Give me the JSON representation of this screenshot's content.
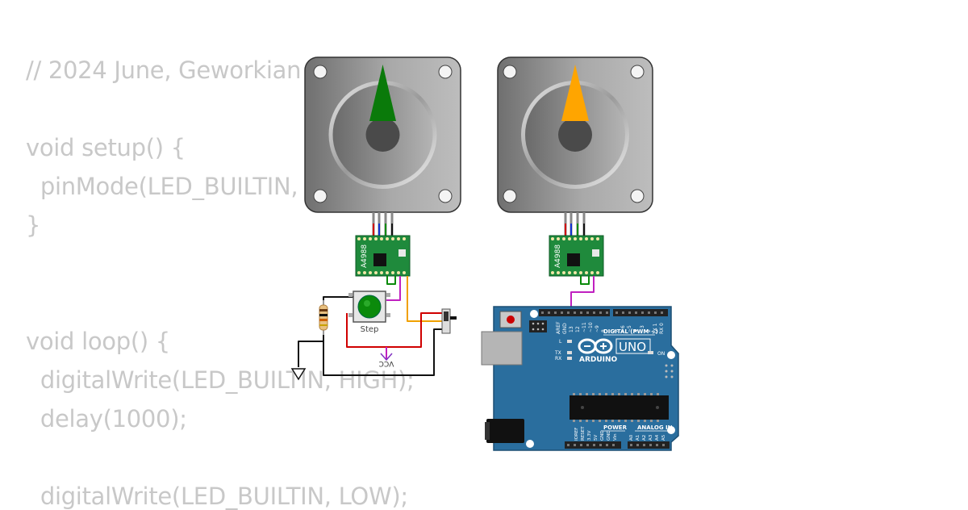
{
  "code": {
    "lines": [
      "// 2024 June, Geworkian",
      "void setup() {",
      "  pinMode(LED_BUILTIN, OUTPUT);",
      "}",
      "void loop() {",
      "  digitalWrite(LED_BUILTIN, HIGH);",
      "  delay(1000);",
      "  digitalWrite(LED_BUILTIN, LOW);"
    ]
  },
  "components": {
    "motor_left": {
      "pointer_color": "#0a7a0a"
    },
    "motor_right": {
      "pointer_color": "#ffa500"
    },
    "driver_left": {
      "label": "A4988"
    },
    "driver_right": {
      "label": "A4988"
    },
    "button": {
      "label": "Step",
      "cap_color": "#0b8a0b"
    },
    "vcc": {
      "label": "VCC"
    },
    "arduino": {
      "brand": "ARDUINO",
      "model": "UNO",
      "digital_header": "DIGITAL (PWM ~)",
      "power_header": "POWER",
      "analog_header": "ANALOG IN",
      "on_label": "ON",
      "l_label": "L",
      "tx_label": "TX",
      "rx_label": "RX",
      "aref_label": "AREF",
      "gnd_label": "GND",
      "digital_pins": [
        "13",
        "12",
        "~11",
        "~10",
        "~9",
        "8",
        "7",
        "~6",
        "~5",
        "4",
        "~3",
        "2",
        "TX 1",
        "RX 0"
      ],
      "power_pins": [
        "IOREF",
        "RESET",
        "3.3V",
        "5V",
        "GND",
        "GND",
        "Vin"
      ],
      "analog_pins": [
        "A0",
        "A1",
        "A2",
        "A3",
        "A4",
        "A5"
      ]
    }
  },
  "colors": {
    "board_blue": "#2a6e9e",
    "driver_green": "#1f8a3c",
    "wire_red": "#d00000",
    "wire_black": "#111111",
    "wire_magenta": "#c020c0",
    "wire_orange": "#f0a000",
    "wire_green": "#0a8a0a"
  }
}
